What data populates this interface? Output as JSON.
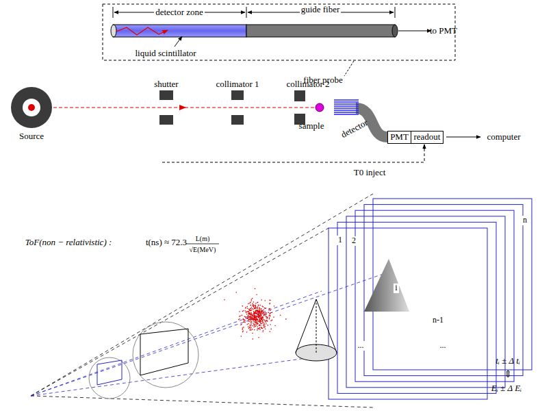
{
  "diagram": {
    "nodes": [
      {
        "text": [
          "PMT"
        ]
      },
      {
        "text": [
          "readout"
        ]
      }
    ],
    "labels": [
      "detector zone",
      "guide fiber",
      "liquid scintillator",
      "to PMT",
      "shutter",
      "collimator 1",
      "collimator 2",
      "fiber probe",
      "sample",
      "detector",
      "Source",
      "computer",
      "T0 inject",
      "ToF(non − relativistic) :",
      "t(ns) ≈ 72.3",
      "L(m)",
      "√E(MeV)",
      "1",
      "2",
      "i",
      "...",
      "n-1",
      "...",
      "n",
      "tᵢ ± Δ tᵢ",
      "⇕",
      "Eᵢ ± Δ Eᵢ"
    ]
  }
}
